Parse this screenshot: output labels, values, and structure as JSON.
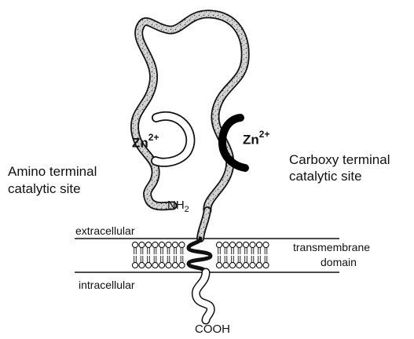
{
  "labels": {
    "amino_line1": "Amino terminal",
    "amino_line2": "catalytic site",
    "carboxy_line1": "Carboxy terminal",
    "carboxy_line2": "catalytic site",
    "zn_left_base": "Zn",
    "zn_left_charge": "2+",
    "zn_right_base": "Zn",
    "zn_right_charge": "2+",
    "nh_base": "NH",
    "nh_sub": "2",
    "extracellular": "extracellular",
    "intracellular": "intracellular",
    "transmembrane_line1": "transmembrane",
    "transmembrane_line2": "domain",
    "cooh": "COOH"
  },
  "colors": {
    "ink": "#111111",
    "chain_fill": "#cfcfcf",
    "background": "#ffffff"
  }
}
